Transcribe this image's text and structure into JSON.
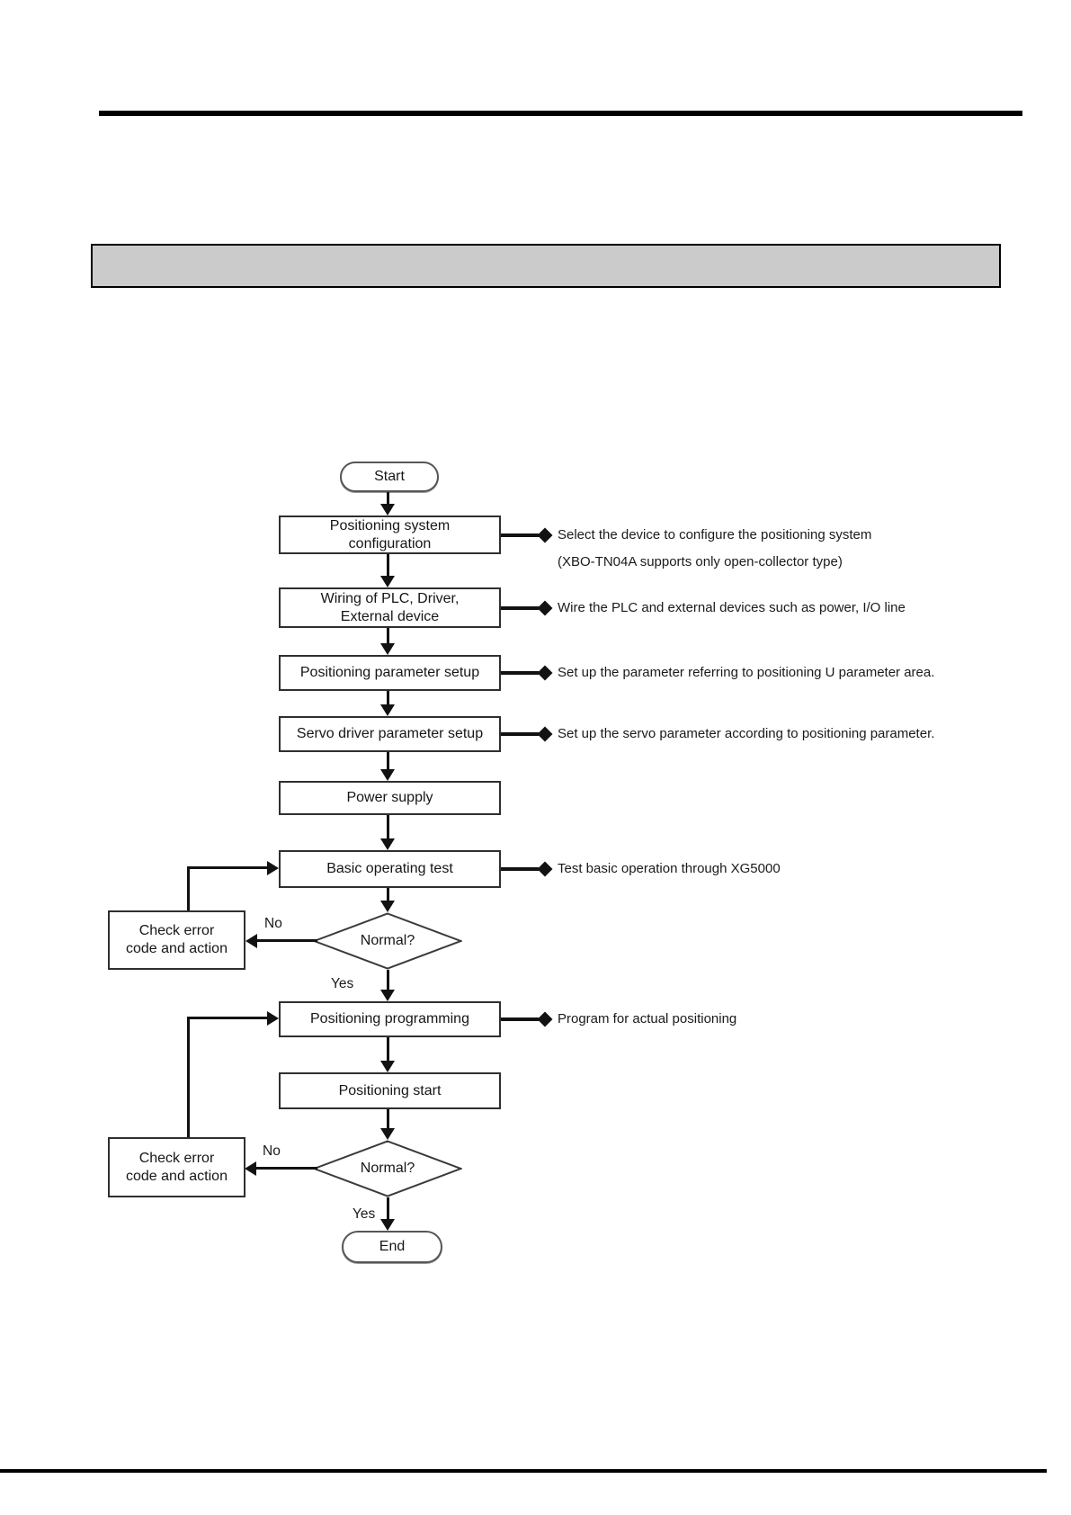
{
  "colors": {
    "rule": "#000000",
    "section_bar_fill": "#cbcbcb",
    "box_border": "#2f2f2f",
    "flow_line": "#121212",
    "text": "#161616"
  },
  "flowchart": {
    "terminals": {
      "start": "Start",
      "end": "End"
    },
    "steps": [
      {
        "label": "Positioning system\nconfiguration",
        "annotation": "Select the device to configure the positioning system\n(XBO-TN04A supports only open-collector type)"
      },
      {
        "label": "Wiring of PLC, Driver,\nExternal device",
        "annotation": "Wire the PLC and external devices such as power, I/O line"
      },
      {
        "label": "Positioning parameter setup",
        "annotation": "Set up the parameter referring to positioning U parameter area."
      },
      {
        "label": "Servo driver parameter setup",
        "annotation": "Set up the servo parameter according to positioning parameter."
      },
      {
        "label": "Power supply"
      },
      {
        "label": "Basic operating test",
        "annotation": "Test basic operation through XG5000"
      },
      {
        "label": "Positioning programming",
        "annotation": "Program for actual positioning"
      },
      {
        "label": "Positioning start"
      }
    ],
    "decisions": [
      {
        "label": "Normal?",
        "yes_label": "Yes",
        "no_label": "No"
      },
      {
        "label": "Normal?",
        "yes_label": "Yes",
        "no_label": "No"
      }
    ],
    "error_boxes": [
      {
        "label": "Check error\ncode and action"
      },
      {
        "label": "Check error\ncode and action"
      }
    ]
  }
}
